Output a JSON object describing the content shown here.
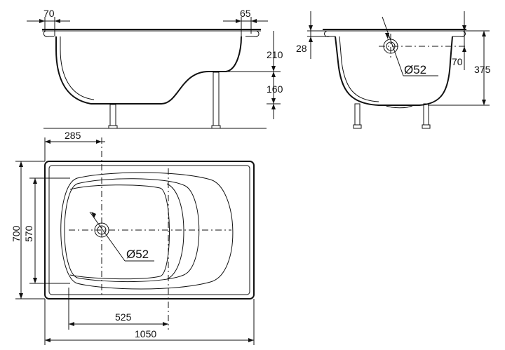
{
  "side_view": {
    "dim_left_rim": "70",
    "dim_right_rim": "65",
    "dim_upper_height": "210",
    "dim_lower_height": "160"
  },
  "end_view": {
    "dim_rim_thickness": "28",
    "dim_overflow_drop": "70",
    "dim_total_height": "375",
    "overflow_diameter": "Ø52"
  },
  "top_view": {
    "dim_drain_offset": "285",
    "dim_outer_width": "700",
    "dim_inner_width": "570",
    "dim_half_length": "525",
    "dim_total_length": "1050",
    "drain_diameter": "Ø52"
  }
}
